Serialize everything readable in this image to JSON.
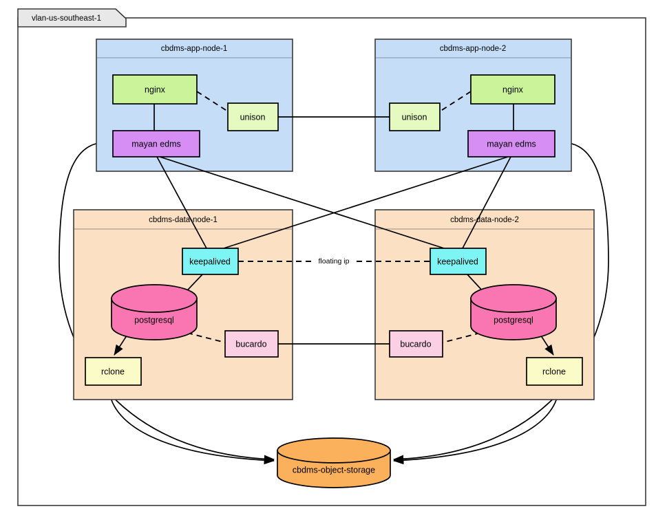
{
  "diagram": {
    "title": "vlan-us-southeast-1",
    "frame": {
      "label": "vlan-us-southeast-1"
    },
    "containers": [
      {
        "id": "app-node-1",
        "label": "cbdms-app-node-1",
        "fill": "#c5ddf7",
        "header_fill": "#cfe3f9"
      },
      {
        "id": "app-node-2",
        "label": "cbdms-app-node-2",
        "fill": "#c5ddf7",
        "header_fill": "#cfe3f9"
      },
      {
        "id": "data-node-1",
        "label": "cbdms-data-node-1",
        "fill": "#fce0c3",
        "header_fill": "#fde4cc"
      },
      {
        "id": "data-node-2",
        "label": "cbdms-data-node-2",
        "fill": "#fce0c3",
        "header_fill": "#fde4cc"
      }
    ],
    "nodes": {
      "nginx_1": {
        "label": "nginx",
        "fill": "#caf39a",
        "shape": "box"
      },
      "nginx_2": {
        "label": "nginx",
        "fill": "#caf39a",
        "shape": "box"
      },
      "unison_1": {
        "label": "unison",
        "fill": "#e4fac0",
        "shape": "box"
      },
      "unison_2": {
        "label": "unison",
        "fill": "#e4fac0",
        "shape": "box"
      },
      "mayan_1": {
        "label": "mayan edms",
        "fill": "#d68ef5",
        "shape": "box"
      },
      "mayan_2": {
        "label": "mayan edms",
        "fill": "#d68ef5",
        "shape": "box"
      },
      "keepalived_1": {
        "label": "keepalived",
        "fill": "#7ff4f4",
        "shape": "box"
      },
      "keepalived_2": {
        "label": "keepalived",
        "fill": "#7ff4f4",
        "shape": "box"
      },
      "postgresql_1": {
        "label": "postgresql",
        "fill": "#f976b2",
        "shape": "cylinder"
      },
      "postgresql_2": {
        "label": "postgresql",
        "fill": "#f976b2",
        "shape": "cylinder"
      },
      "bucardo_1": {
        "label": "bucardo",
        "fill": "#fbcfe4",
        "shape": "box"
      },
      "bucardo_2": {
        "label": "bucardo",
        "fill": "#fbcfe4",
        "shape": "box"
      },
      "rclone_1": {
        "label": "rclone",
        "fill": "#fbfbc8",
        "shape": "box"
      },
      "rclone_2": {
        "label": "rclone",
        "fill": "#fbfbc8",
        "shape": "box"
      },
      "object_storage": {
        "label": "cbdms-object-storage",
        "fill": "#fbb05c",
        "shape": "cylinder"
      }
    },
    "edge_labels": {
      "floating_ip": "floating ip"
    },
    "colors": {
      "app_node_fill": "#c5ddf7",
      "data_node_fill": "#fce0c3",
      "nginx": "#caf39a",
      "unison": "#e4fac0",
      "mayan_edms": "#d68ef5",
      "keepalived": "#7ff4f4",
      "postgresql": "#f976b2",
      "bucardo": "#fbcfe4",
      "rclone": "#fbfbc8",
      "object_storage": "#fbb05c",
      "frame_tab": "#e8e8e8",
      "stroke": "#000000"
    }
  }
}
